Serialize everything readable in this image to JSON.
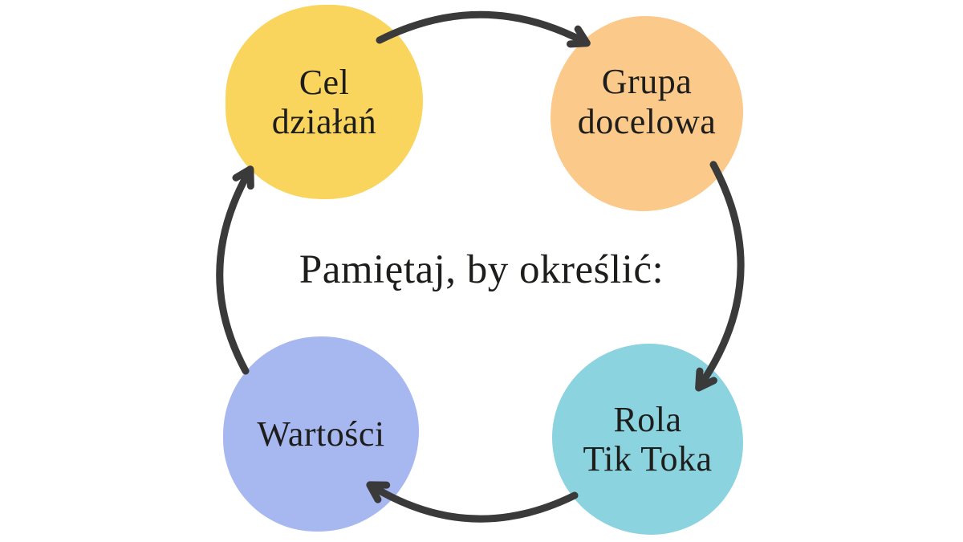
{
  "center_text": "Pamiętaj, by określić:",
  "nodes": [
    {
      "id": "cel-dzialan",
      "label": "Cel\ndziałań",
      "color": "#FAD55E"
    },
    {
      "id": "grupa-docelowa",
      "label": "Grupa\ndocelowa",
      "color": "#FBC98A"
    },
    {
      "id": "rola-tiktoka",
      "label": "Rola\nTik Toka",
      "color": "#8AD3DF"
    },
    {
      "id": "wartosci",
      "label": "Wartości",
      "color": "#A7B8F0"
    }
  ],
  "arrows": {
    "color": "#3A3A3A",
    "connections": [
      "cel-dzialan -> grupa-docelowa",
      "grupa-docelowa -> rola-tiktoka",
      "rola-tiktoka -> wartosci",
      "wartosci -> cel-dzialan"
    ]
  },
  "text_color": "#1D1D1B",
  "background": "#FFFFFF"
}
